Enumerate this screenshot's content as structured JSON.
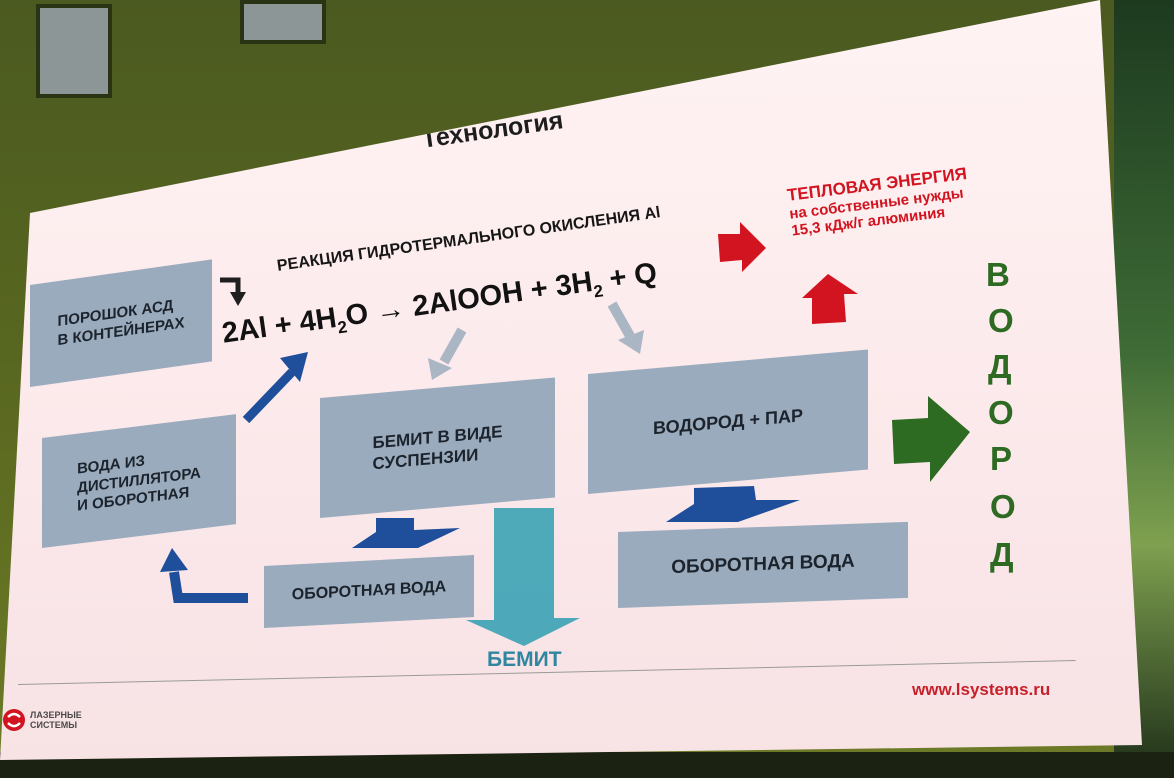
{
  "slide": {
    "title": "Технология",
    "reaction_label": "РЕАКЦИЯ ГИДРОТЕРМАЛЬНОГО ОКИСЛЕНИЯ Al",
    "equation": {
      "left_a": "2Al + 4H",
      "left_sub": "2",
      "left_b": "O",
      "arrow": "→",
      "right_a": "2AlOOH + 3H",
      "right_sub": "2",
      "right_b": " + Q"
    },
    "boxes": {
      "powder": [
        "ПОРОШОК АСД",
        "В КОНТЕЙНЕРАХ"
      ],
      "water": [
        "ВОДА ИЗ",
        "ДИСТИЛЛЯТОРА",
        "И ОБОРОТНАЯ"
      ],
      "boehmite_suspension": [
        "БЕМИТ В ВИДЕ",
        "СУСПЕНЗИИ"
      ],
      "hydrogen_steam": "ВОДОРОД + ПАР",
      "recycled_water_left": "ОБОРОТНАЯ ВОДА",
      "recycled_water_right": "ОБОРОТНАЯ ВОДА"
    },
    "heat_energy": {
      "title": "ТЕПЛОВАЯ ЭНЕРГИЯ",
      "line1": "на собственные нужды",
      "line2": "15,3 кДж/г алюминия"
    },
    "hydrogen_vertical": [
      "В",
      "О",
      "Д",
      "О",
      "Р",
      "О",
      "Д"
    ],
    "boehmite_output": "БЕМИТ",
    "url": "www.lsystems.ru",
    "logo": {
      "line1": "ЛАЗЕРНЫЕ",
      "line2": "СИСТЕМЫ"
    }
  },
  "colors": {
    "box": "#99abbd",
    "accent_red": "#d21420",
    "accent_green": "#2d6a22",
    "accent_blue": "#1f4f9a",
    "accent_teal": "#2f9db0"
  }
}
